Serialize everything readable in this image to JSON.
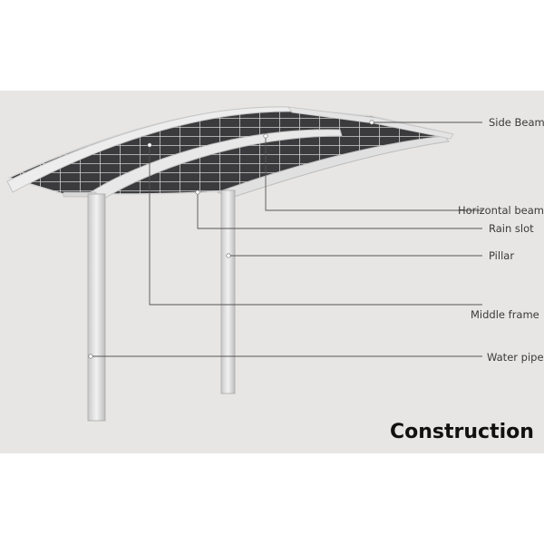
{
  "title": "Construction",
  "callouts": [
    {
      "id": "side-beam",
      "label": "Side Beam"
    },
    {
      "id": "horizontal-beam",
      "label": "Horizontal beam"
    },
    {
      "id": "rain-slot",
      "label": "Rain slot"
    },
    {
      "id": "pillar",
      "label": "Pillar"
    },
    {
      "id": "middle-frame",
      "label": "Middle frame"
    },
    {
      "id": "water-pipe",
      "label": "Water pipe"
    }
  ],
  "colors": {
    "background_panel": "#e7e6e4",
    "roof_panel": "#3b3a3c",
    "frame": "#dcdcdc",
    "leader_line": "#555555"
  }
}
